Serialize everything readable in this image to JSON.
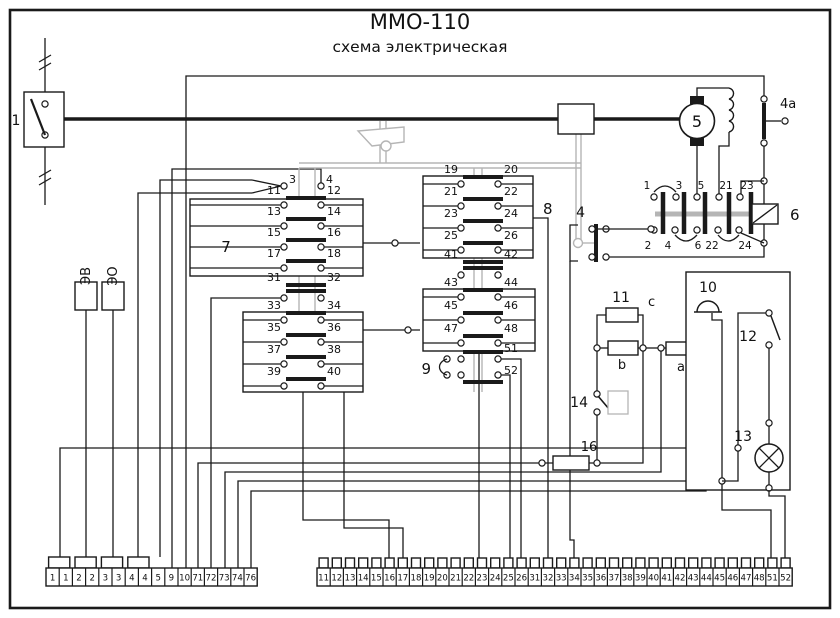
{
  "title": "ММО-110",
  "subtitle": "схема электрическая",
  "colors": {
    "line": "#1a1a1a",
    "mech": "#b5b5b5",
    "bg": "#ffffff"
  },
  "labels": {
    "main_switch": "1",
    "em_close": "ЭВ",
    "em_open": "ЭО",
    "block7": "7",
    "block8": "8",
    "block9": "9",
    "contact4": "4",
    "contact4a": "4a",
    "motor": "5",
    "cam_switch": "6",
    "bell": "10",
    "res_block": "11",
    "switch12": "12",
    "lamp13": "13",
    "relay14": "14",
    "fuse16": "16",
    "res_a": "a",
    "res_b": "b",
    "res_c": "c"
  },
  "left_contact_rows": [
    [
      "3",
      "4"
    ],
    [
      "11",
      "12"
    ],
    [
      "13",
      "14"
    ],
    [
      "15",
      "16"
    ],
    [
      "17",
      "18"
    ],
    [
      "31",
      "32"
    ],
    [
      "33",
      "34"
    ],
    [
      "35",
      "36"
    ],
    [
      "37",
      "38"
    ],
    [
      "39",
      "40"
    ]
  ],
  "right_contact_rows": [
    [
      "19",
      "20"
    ],
    [
      "21",
      "22"
    ],
    [
      "23",
      "24"
    ],
    [
      "25",
      "26"
    ],
    [
      "41",
      "42"
    ],
    [
      "43",
      "44"
    ],
    [
      "45",
      "46"
    ],
    [
      "47",
      "48"
    ],
    [
      "51",
      "52"
    ]
  ],
  "cam_top": [
    "1",
    "3",
    "5",
    "21",
    "23"
  ],
  "cam_bottom": [
    "2",
    "4",
    "6",
    "22",
    "24"
  ],
  "strip_left": [
    "1",
    "1",
    "2",
    "2",
    "3",
    "3",
    "4",
    "4",
    "5",
    "9",
    "10",
    "71",
    "72",
    "73",
    "74",
    "76"
  ],
  "strip_right": [
    "11",
    "12",
    "13",
    "14",
    "15",
    "16",
    "17",
    "18",
    "19",
    "20",
    "21",
    "22",
    "23",
    "24",
    "25",
    "26",
    "31",
    "32",
    "33",
    "34",
    "35",
    "36",
    "37",
    "38",
    "39",
    "40",
    "41",
    "42",
    "43",
    "44",
    "45",
    "46",
    "47",
    "48",
    "51",
    "52"
  ]
}
